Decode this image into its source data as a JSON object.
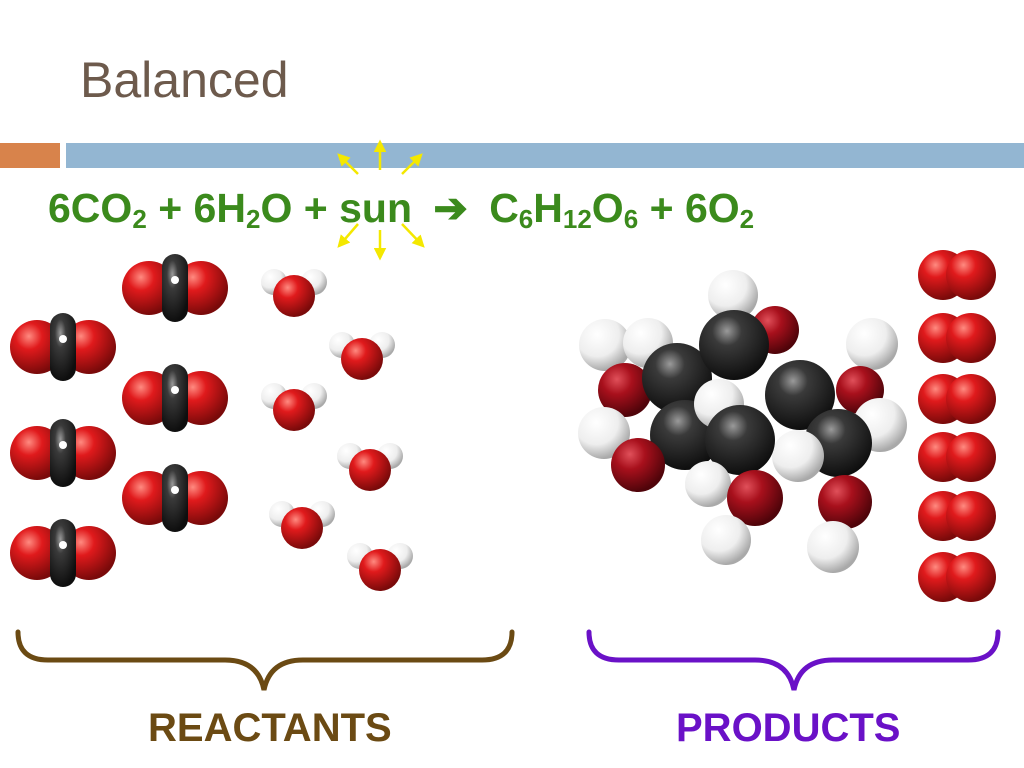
{
  "slide": {
    "title": "Balanced"
  },
  "equation": {
    "co2_coef": "6CO",
    "co2_sub": "2",
    "plus1": "+",
    "h2o_coef": "6H",
    "h2o_sub": "2",
    "h2o_tail": "O",
    "plus2": "+",
    "sun": "sun",
    "arrow": "➔",
    "c": "C",
    "c_sub": "6",
    "h": "H",
    "h_sub": "12",
    "o": "O",
    "o_sub": "6",
    "plus3": "+",
    "o2_coef": "6O",
    "o2_sub": "2"
  },
  "labels": {
    "reactants": "REACTANTS",
    "products": "PRODUCTS"
  },
  "colors": {
    "title": "#6d5a4c",
    "equation": "#3b8a1c",
    "accent_bar": "#d8834b",
    "main_bar": "#93b6d2",
    "sun_rays": "#f4e800",
    "reactants": "#6b4a13",
    "products": "#6a11c7",
    "oxygen": "#d3181c",
    "carbon": "#2a2a2a",
    "hydrogen": "#f2f2f2"
  },
  "molecules": {
    "co2_count": 6,
    "h2o_count": 6,
    "o2_count": 6,
    "glucose_count": 1
  }
}
